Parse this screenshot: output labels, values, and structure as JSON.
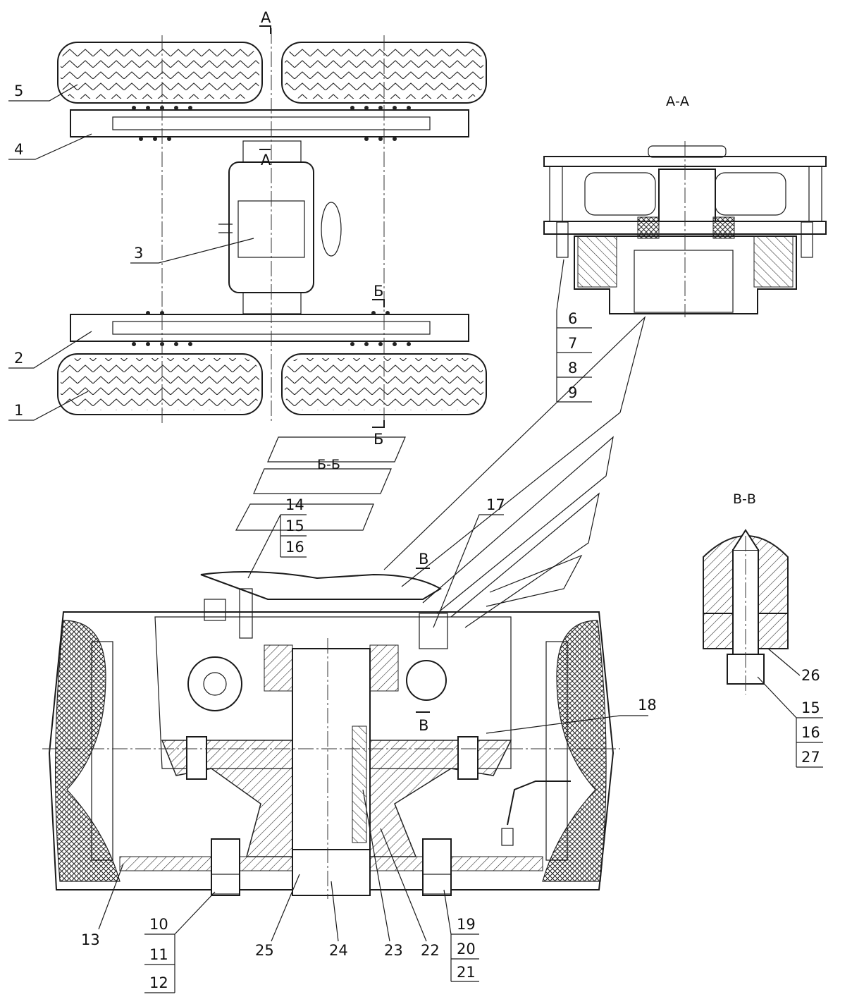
{
  "section_titles": {
    "aa": "А-А",
    "bb": "Б-Б",
    "vv": "В-В"
  },
  "cut_marks": {
    "a_top": "А",
    "a_mid": "А",
    "b_top": "Б",
    "b_bot": "Б",
    "v_top": "В",
    "v_bot": "В"
  },
  "callouts": {
    "c1": "1",
    "c2": "2",
    "c3": "3",
    "c4": "4",
    "c5": "5",
    "c6": "6",
    "c7": "7",
    "c8": "8",
    "c9": "9",
    "c10": "10",
    "c11": "11",
    "c12": "12",
    "c13": "13",
    "c14": "14",
    "c15a": "15",
    "c16a": "16",
    "c17": "17",
    "c18": "18",
    "c19": "19",
    "c20": "20",
    "c21": "21",
    "c22": "22",
    "c23": "23",
    "c24": "24",
    "c25": "25",
    "c26": "26",
    "c15b": "15",
    "c16b": "16",
    "c27": "27"
  }
}
